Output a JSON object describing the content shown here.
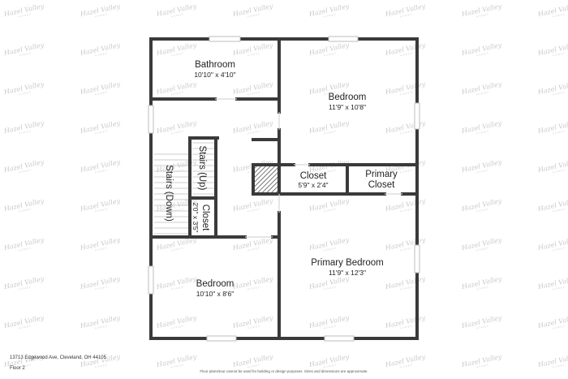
{
  "watermark": {
    "brand": "Hazel Valley",
    "tagline": "HOMES"
  },
  "rooms": {
    "bathroom": {
      "name": "Bathroom",
      "dims": "10'10\" x 4'10\""
    },
    "bedroom_top": {
      "name": "Bedroom",
      "dims": "11'9\" x 10'8\""
    },
    "stairs_up": {
      "name": "Stairs (Up)"
    },
    "stairs_down": {
      "name": "Stairs (Down)"
    },
    "small_closet": {
      "name": "Closet",
      "dims": "2'0\" x 3'5\""
    },
    "closet": {
      "name": "Closet",
      "dims": "5'9\" x 2'4\""
    },
    "primary_closet": {
      "name_line1": "Primary",
      "name_line2": "Closet"
    },
    "bedroom_bottom": {
      "name": "Bedroom",
      "dims": "10'10\" x 8'6\""
    },
    "primary_bedroom": {
      "name": "Primary Bedroom",
      "dims": "11'9\" x 12'3\""
    }
  },
  "footer": {
    "address": "13713 Edgewood Ave, Cleveland, OH 44105",
    "floor": "Floor 2",
    "disclaimer": "Floor plans/tour cannot be used for building or design purposes. Sizes and dimensions are approximate."
  },
  "colors": {
    "wall": "#3a3a3a",
    "window": "#cfcfcf",
    "watermark": "#c9c9c9"
  }
}
